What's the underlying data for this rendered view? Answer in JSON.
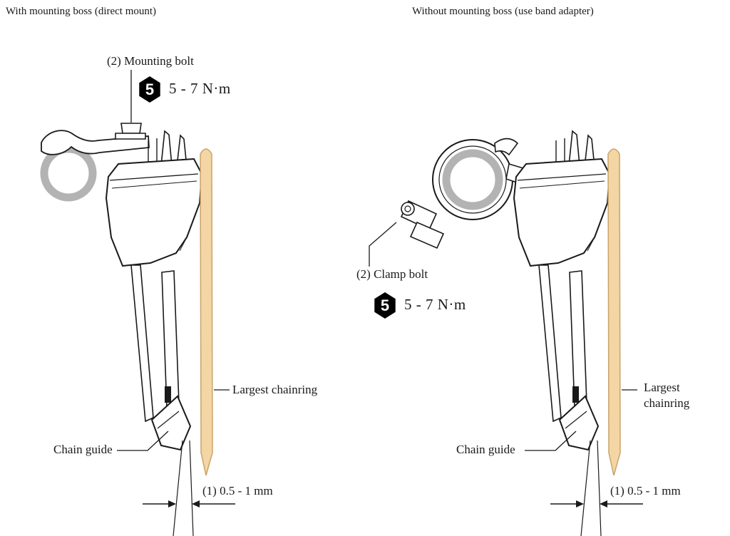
{
  "left_panel": {
    "title": "With mounting boss (direct mount)",
    "bolt_label": "(2) Mounting bolt",
    "torque_number": "5",
    "torque_value": "5 - 7 N·m",
    "chainring_label": "Largest chainring",
    "chain_guide_label": "Chain guide",
    "clearance_label": "(1)  0.5 - 1 mm"
  },
  "right_panel": {
    "title": "Without mounting boss (use band adapter)",
    "bolt_label": "(2) Clamp bolt",
    "torque_number": "5",
    "torque_value": "5 - 7 N·m",
    "chainring_label_line1": "Largest",
    "chainring_label_line2": "chainring",
    "chain_guide_label": "Chain guide",
    "clearance_label": "(1)  0.5 - 1 mm"
  },
  "colors": {
    "line": "#1a1a1a",
    "chainring_fill": "#f4d6a4",
    "chainring_stroke": "#c9a36a",
    "boss_ring_gray": "#b3b3b3",
    "torque_badge_bg": "#000000",
    "torque_badge_fg": "#ffffff"
  }
}
